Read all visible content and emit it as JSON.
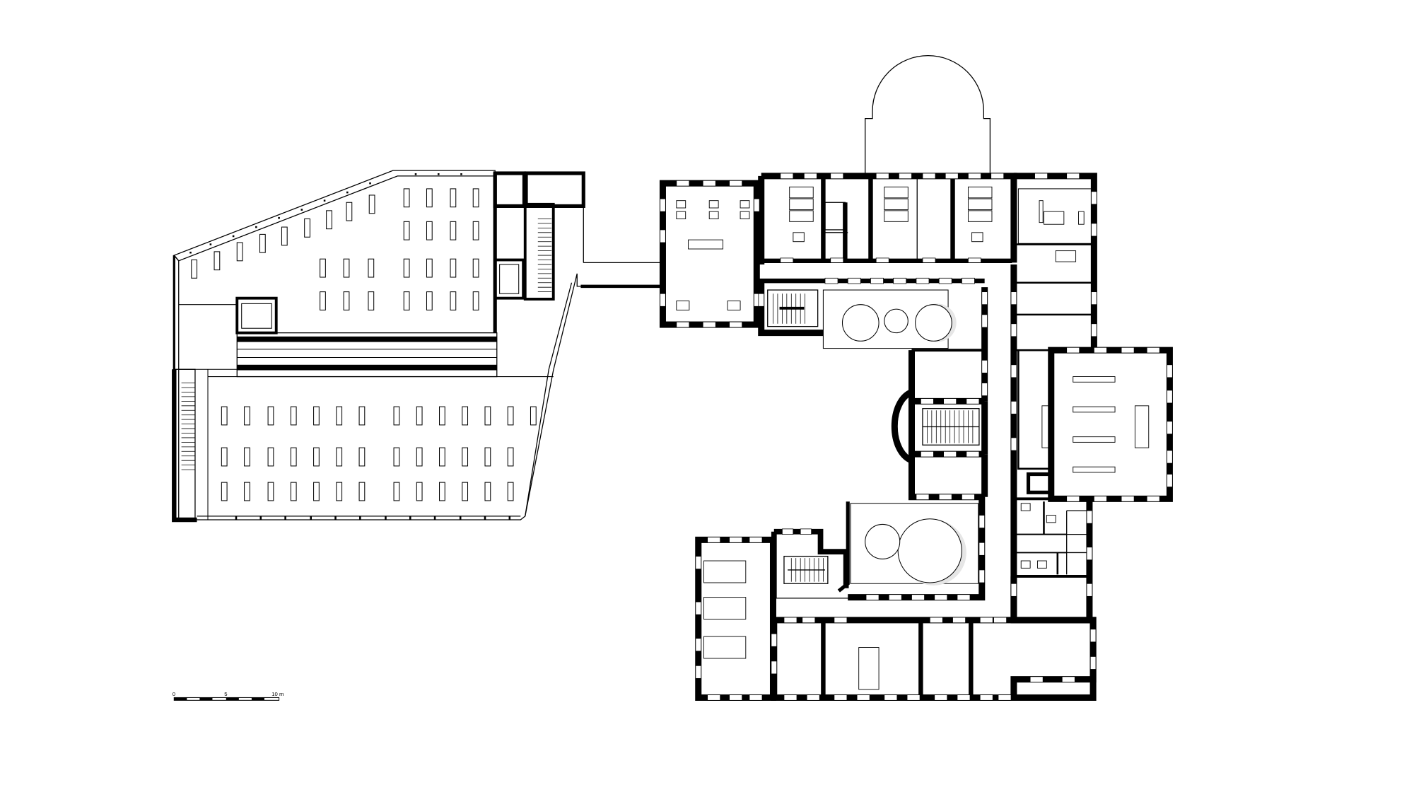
{
  "scale_bar": {
    "ticks": [
      "0",
      "5",
      "10 m"
    ]
  },
  "colors": {
    "wall": "#000000",
    "line": "#000000",
    "background": "#ffffff",
    "shade": "#e6e6e6"
  }
}
